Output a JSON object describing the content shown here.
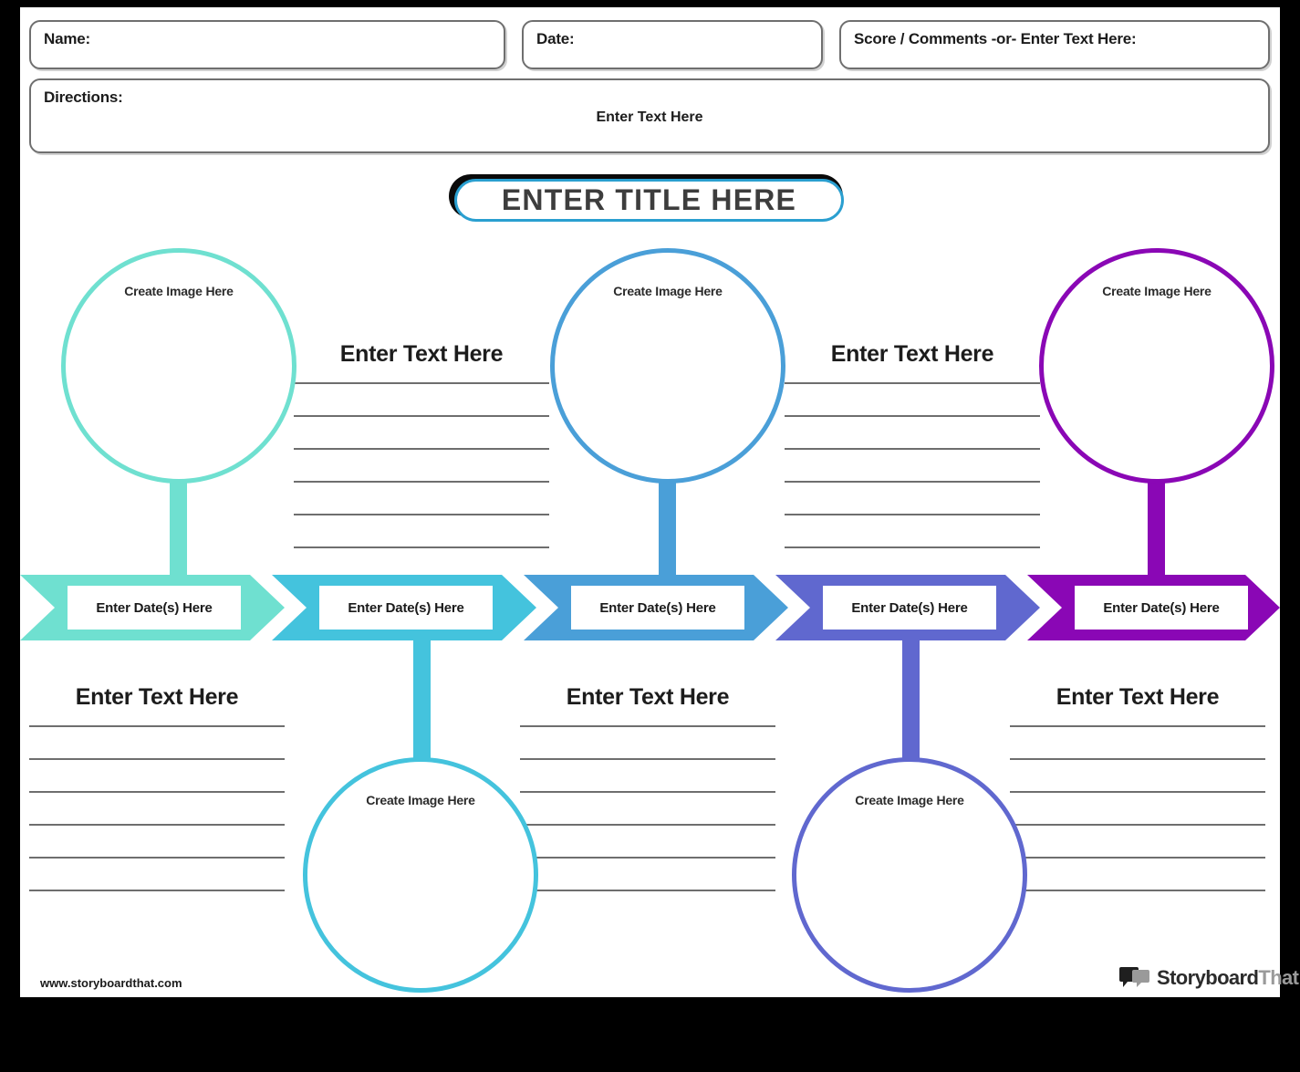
{
  "page": {
    "url": "www.storyboardthat.com",
    "logo": {
      "brand_primary": "Storyboard",
      "brand_secondary": "That"
    }
  },
  "header": {
    "name_label": "Name:",
    "date_label": "Date:",
    "score_label": "Score / Comments -or- Enter Text Here:",
    "directions_label": "Directions:",
    "directions_placeholder": "Enter Text Here"
  },
  "title": {
    "text": "ENTER TITLE HERE",
    "border_color": "#2a9fd0",
    "shadow_color": "#0a0a0a",
    "text_color": "#3d3d3d"
  },
  "timeline": {
    "steps": [
      {
        "index": 1,
        "color": "#6fe0d0",
        "date_placeholder": "Enter Date(s) Here",
        "image_placeholder": "Create Image Here",
        "text_placeholder": "Enter Text Here",
        "circle_position": "above",
        "text_position": "below",
        "line_count": 6
      },
      {
        "index": 2,
        "color": "#44c3dd",
        "date_placeholder": "Enter Date(s) Here",
        "image_placeholder": "Create Image Here",
        "text_placeholder": "Enter Text Here",
        "circle_position": "below",
        "text_position": "above",
        "line_count": 6
      },
      {
        "index": 3,
        "color": "#4a9fd8",
        "date_placeholder": "Enter Date(s) Here",
        "image_placeholder": "Create Image Here",
        "text_placeholder": "Enter Text Here",
        "circle_position": "above",
        "text_position": "below",
        "line_count": 6
      },
      {
        "index": 4,
        "color": "#6068cf",
        "date_placeholder": "Enter Date(s) Here",
        "image_placeholder": "Create Image Here",
        "text_placeholder": "Enter Text Here",
        "circle_position": "below",
        "text_position": "above",
        "line_count": 6
      },
      {
        "index": 5,
        "color": "#8a07b5",
        "date_placeholder": "Enter Date(s) Here",
        "image_placeholder": "Create Image Here",
        "text_placeholder": "Enter Text Here",
        "circle_position": "above",
        "text_position": "below",
        "line_count": 6
      }
    ]
  }
}
